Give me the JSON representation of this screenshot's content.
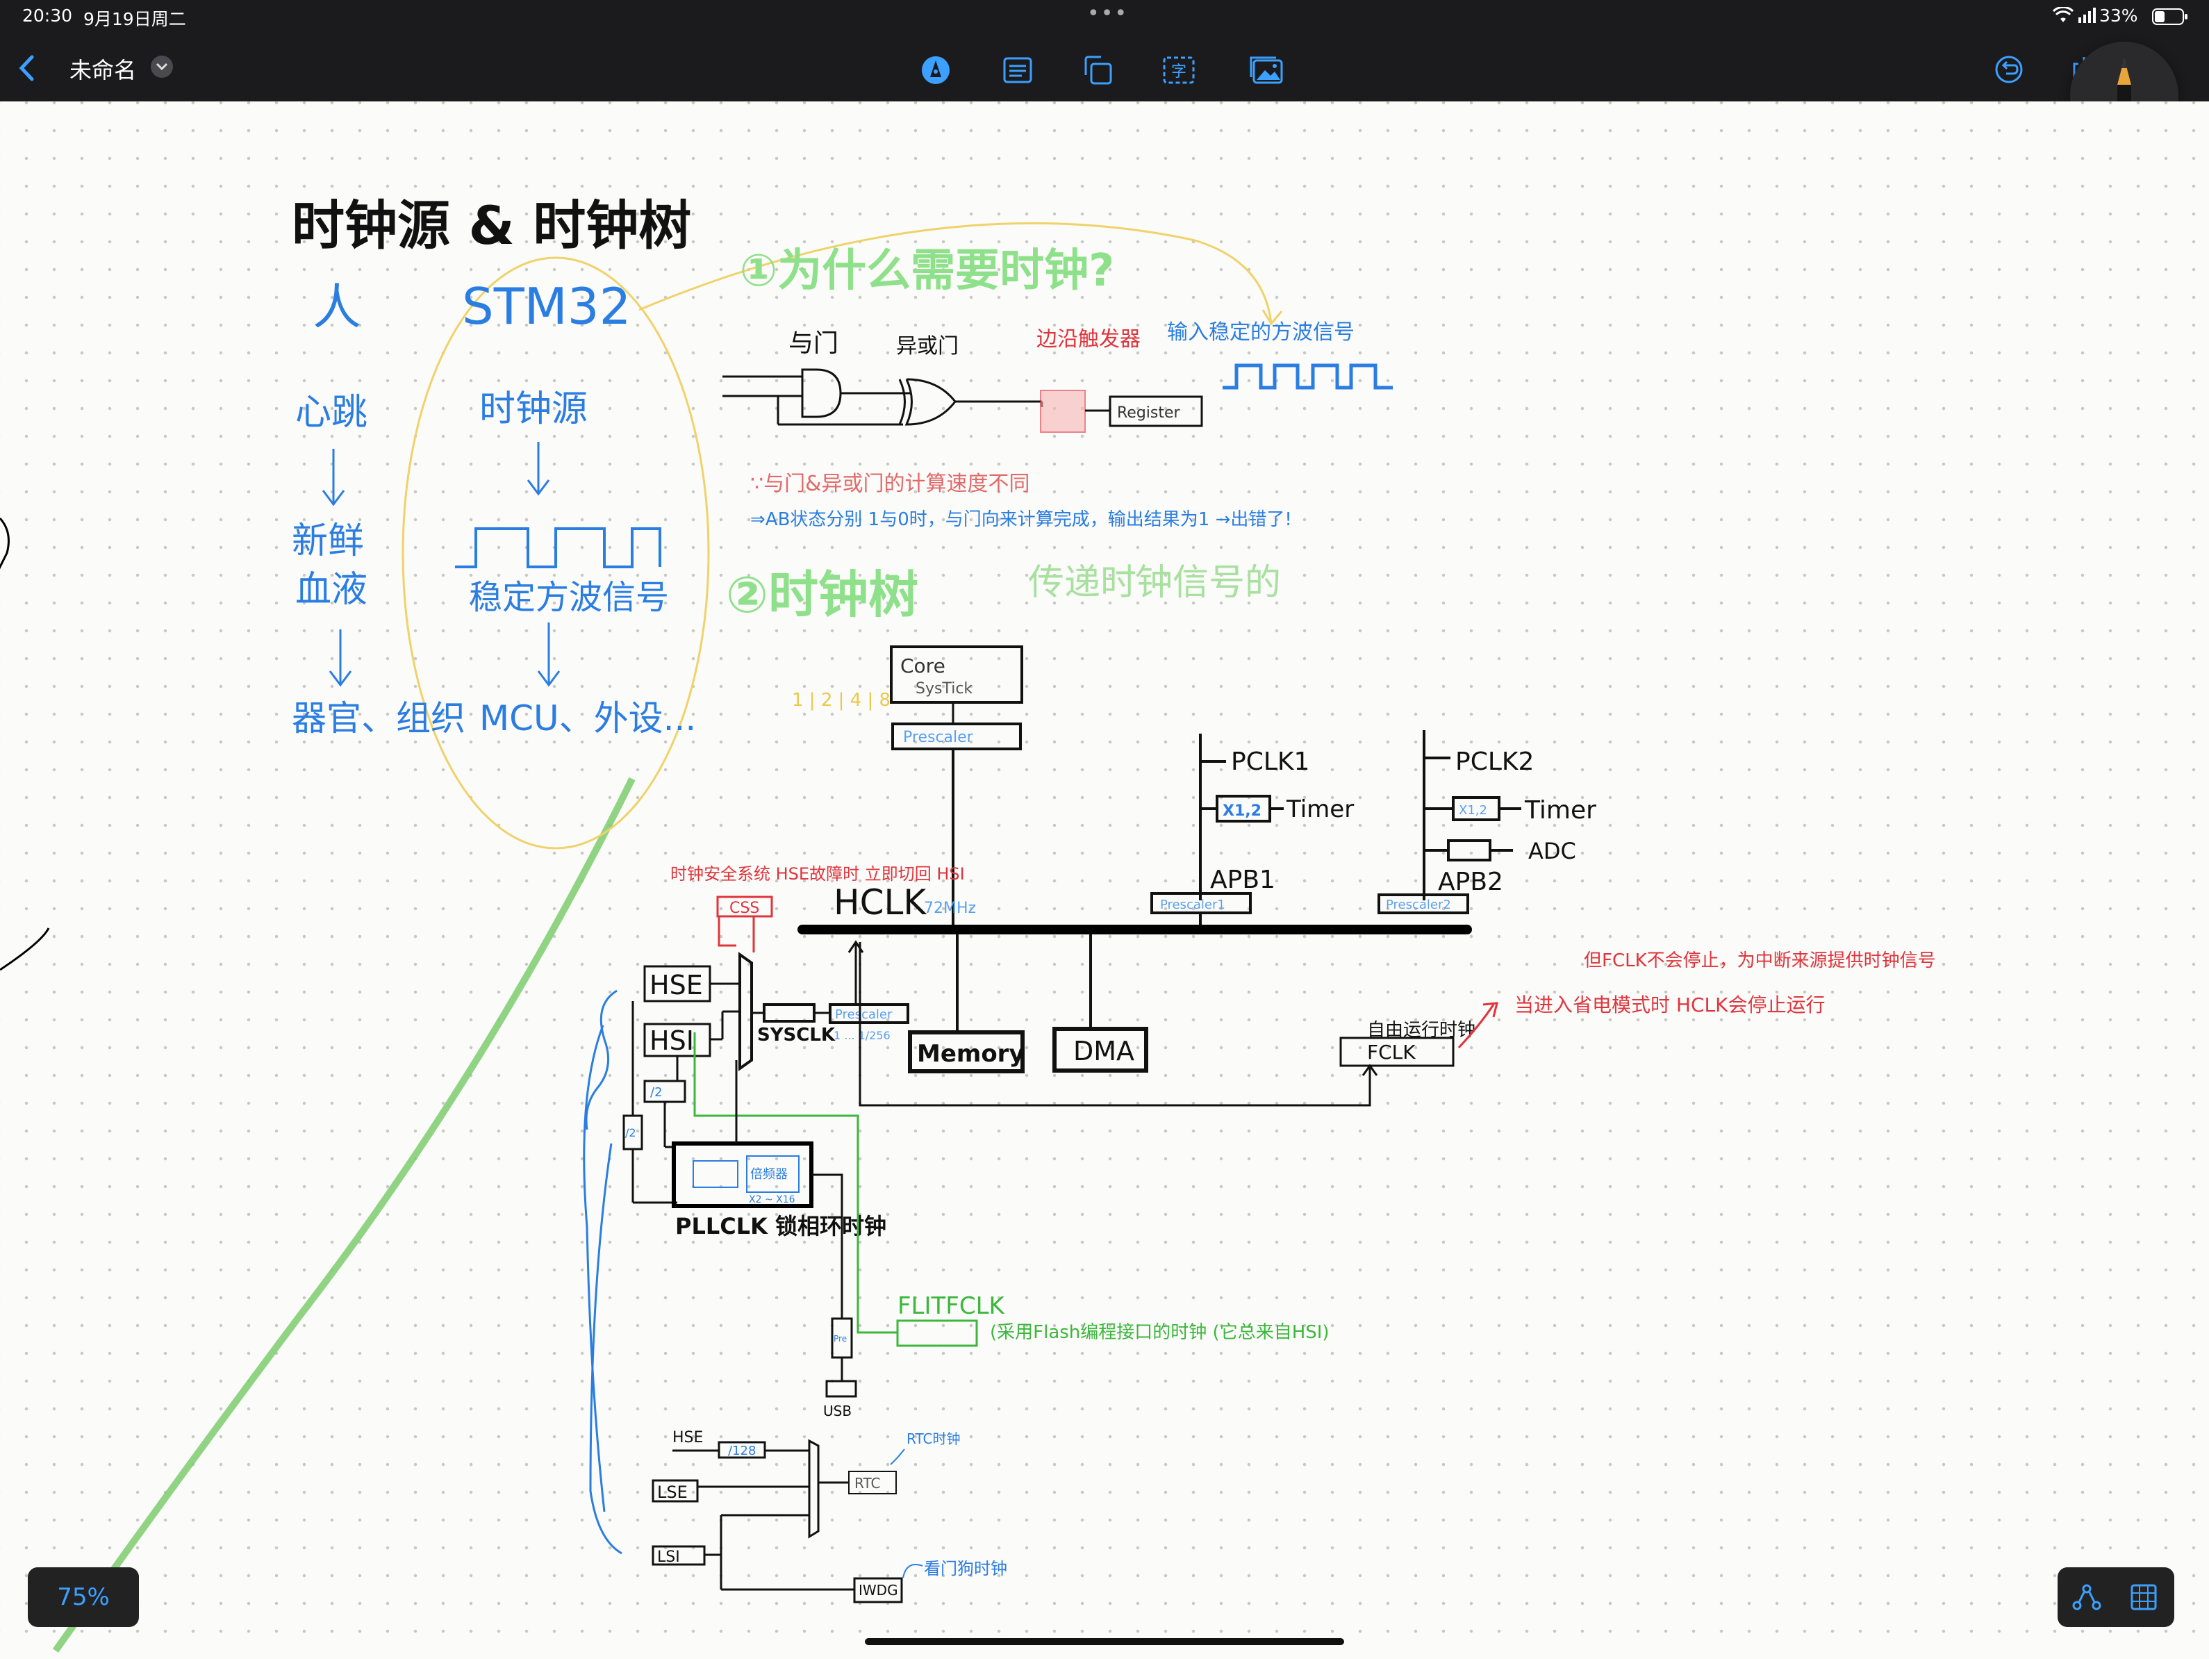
{
  "status": {
    "time": "20:30",
    "date": "9月19日周二",
    "battery": "33%",
    "dots": "•••"
  },
  "toolbar": {
    "doc_title": "未命名"
  },
  "zoom": "75%",
  "colors": {
    "blue": "#2a7de1",
    "green": "#3cb73c",
    "red": "#e0343c",
    "yellow": "#ecc84a",
    "toolbar": "#1b1b1d",
    "accent": "#3ba0ff"
  },
  "notes": {
    "main_title": "时钟源 & 时钟树",
    "person": "人",
    "stm32": "STM32",
    "heartbeat": "心跳",
    "blood_1": "新鲜",
    "blood_2": "血液",
    "organs": "器官、组织",
    "clock_source": "时钟源",
    "stable_wave": "稳定方波信号",
    "mcu": "MCU、外设...",
    "why_title": "①为什么需要时钟?",
    "and_gate": "与门",
    "xor_gate": "异或门",
    "edge_trigger": "边沿触发器",
    "input_wave": "输入稳定的方波信号",
    "register": "Register",
    "calc_1": "∵与门&异或门的计算速度不同",
    "calc_2": "⇒AB状态分别 1与0时，与门向来计算完成，输出结果为1 →出错了!",
    "tree_title": "②时钟树",
    "tree_sub": "传递时钟信号的",
    "bits": "1 | 2 | 4 | 8",
    "css_note": "时钟安全系统 HSE故障时 立即切回 HSI",
    "fclk_note_1": "当进入省电模式时 HCLK会停止运行",
    "fclk_note_2": "但FCLK不会停止，为中断来源提供时钟信号",
    "free_clock": "自由运行时钟",
    "pll_label": "PLLCLK 锁相环时钟",
    "flit_note": "(采用Flash编程接口的时钟 (它总来自HSI)",
    "rtc_clock": "RTC时钟",
    "dog_clock": "看门狗时钟"
  },
  "diagram": {
    "core": "Core",
    "systick": "SysTick",
    "prescaler": "Prescaler",
    "hclk": "HCLK",
    "hclk_freq": "72MHz",
    "pclk1": "PCLK1",
    "pclk2": "PCLK2",
    "x1_2": "X1,2",
    "timer": "Timer",
    "adc": "ADC",
    "apb1": "APB1",
    "apb2": "APB2",
    "prescaler1": "Prescaler1",
    "prescaler2": "Prescaler2",
    "css": "CSS",
    "hse": "HSE",
    "hsi": "HSI",
    "sysclk": "SYSCLK",
    "div_range": "1 ... 1/256",
    "memory": "Memory",
    "dma": "DMA",
    "fclk": "FCLK",
    "div2": "/2",
    "pll_mult": "倍频器",
    "mult_range": "X2 ~ X16",
    "flitfclk": "FLITFCLK",
    "pre": "Pre",
    "usb": "USB",
    "div128": "/128",
    "lse": "LSE",
    "lsi": "LSI",
    "rtc": "RTC",
    "iwdg": "IWDG"
  }
}
